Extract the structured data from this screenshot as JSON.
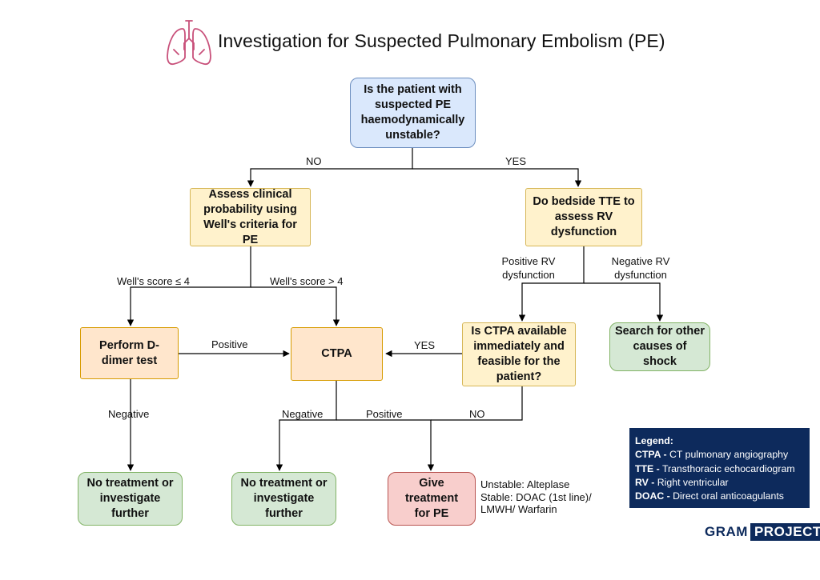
{
  "title": "Investigation for Suspected Pulmonary Embolism (PE)",
  "nodes": {
    "q_unstable": "Is the patient with suspected PE haemodynamically unstable?",
    "assess_wells": "Assess clinical probability using Well's criteria for PE",
    "bedside_tte": "Do bedside TTE to assess RV dysfunction",
    "d_dimer": "Perform D-dimer test",
    "ctpa": "CTPA",
    "q_ctpa_available": "Is CTPA available immediately and feasible for the patient?",
    "search_other": "Search for other causes of shock",
    "no_treatment_1": "No treatment or investigate further",
    "no_treatment_2": "No treatment or investigate further",
    "give_treatment": "Give treatment for PE"
  },
  "edge_labels": {
    "no_top": "NO",
    "yes_top": "YES",
    "wells_low": "Well's score ≤ 4",
    "wells_high": "Well's score > 4",
    "positive_rv": "Positive RV dysfunction",
    "negative_rv": "Negative RV dysfunction",
    "positive_ddimer": "Positive",
    "yes_ctpa": "YES",
    "negative_ddimer": "Negative",
    "negative_ctpa": "Negative",
    "positive_ctpa": "Positive",
    "no_ctpa": "NO"
  },
  "treatment_note": {
    "line1": "Unstable: Alteplase",
    "line2": "Stable: DOAC (1st line)/",
    "line3": "LMWH/ Warfarin"
  },
  "legend": {
    "heading": "Legend:",
    "items": [
      {
        "abbr": "CTPA -",
        "text": " CT pulmonary angiography"
      },
      {
        "abbr": "TTE -",
        "text": " Transthoracic echocardiogram"
      },
      {
        "abbr": "RV -",
        "text": " Right ventricular"
      },
      {
        "abbr": "DOAC -",
        "text": " Direct oral anticoagulants"
      }
    ]
  },
  "brand": {
    "left": "GRAM",
    "right": "PROJECT"
  },
  "colors": {
    "blue_fill": "#dae8fc",
    "yellow_fill": "#fff2cc",
    "orange_fill": "#ffe6cc",
    "green_fill": "#d5e8d4",
    "red_fill": "#f8cecc",
    "legend_bg": "#0d2a5c",
    "logo": "#c8507a"
  }
}
